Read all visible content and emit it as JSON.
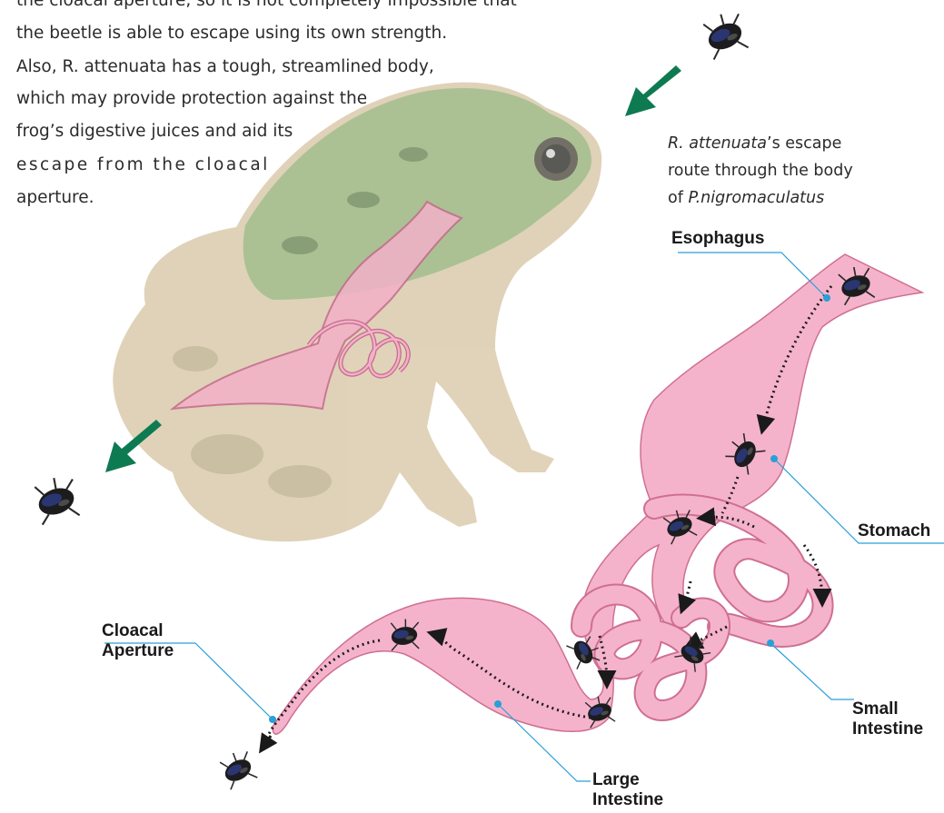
{
  "paragraph": {
    "lines": [
      "the cloacal aperture, so it is not completely impossible that",
      "the beetle is able to escape using its own strength.",
      "Also, R. attenuata has a tough, streamlined body,",
      "which may provide protection against the",
      "frog’s digestive juices and aid its",
      "escape from the cloacal",
      "aperture."
    ]
  },
  "caption": {
    "line1_italic": "R. attenuata",
    "line1_rest": "’s escape",
    "line2": "route through the body",
    "line3_prefix": "of ",
    "line3_italic": "P.nigromaculatus"
  },
  "labels": {
    "esophagus": "Esophagus",
    "stomach": "Stomach",
    "cloacal_line1": "Cloacal",
    "cloacal_line2": "Aperture",
    "small_line1": "Small",
    "small_line2": "Intestine",
    "large_line1": "Large",
    "large_line2": "Intestine"
  },
  "colors": {
    "gut_fill": "#f5b3cb",
    "gut_stroke": "#cf6f92",
    "arrow_green": "#0e7a52",
    "leader_line": "#2a9fd8",
    "frog_green": "#8fae72",
    "frog_skin": "#d8c6a8"
  },
  "icons": {
    "beetle": "beetle-icon",
    "escape_arrow": "green-arrow-icon",
    "route_arrow": "dotted-route-arrow"
  }
}
